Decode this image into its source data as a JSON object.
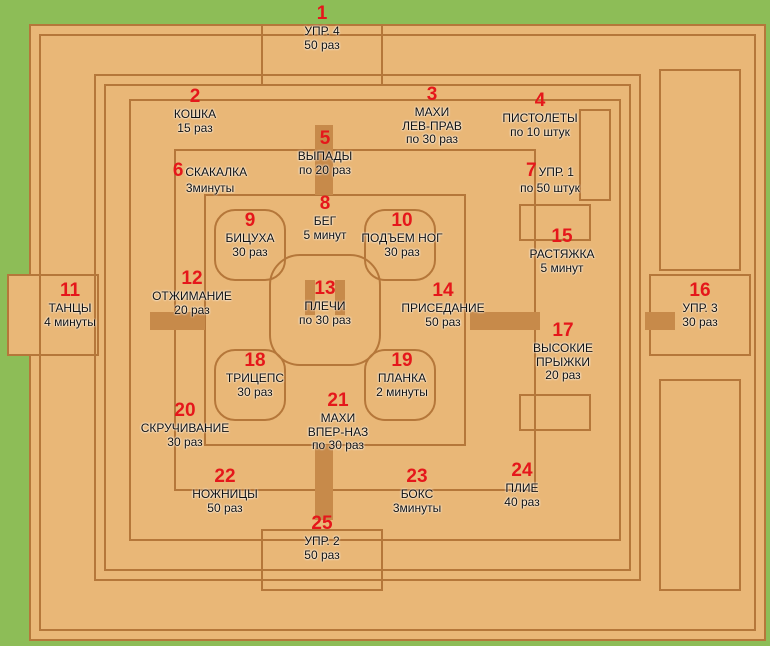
{
  "colors": {
    "grass": "#8dbd57",
    "sand": "#e9b777",
    "line": "#b5773a",
    "number": "#e5171b"
  },
  "stations": [
    {
      "n": "1",
      "lines": [
        "УПР. 4",
        "50 раз"
      ]
    },
    {
      "n": "2",
      "lines": [
        "КОШКА",
        "15 раз"
      ]
    },
    {
      "n": "3",
      "lines": [
        "МАХИ",
        "ЛЕВ-ПРАВ",
        "по 30 раз"
      ]
    },
    {
      "n": "4",
      "lines": [
        "ПИСТОЛЕТЫ",
        "по 10 штук"
      ]
    },
    {
      "n": "5",
      "lines": [
        "ВЫПАДЫ",
        "по 20 раз"
      ]
    },
    {
      "n": "6",
      "lines": [
        "СКАКАЛКА",
        "3минуты"
      ]
    },
    {
      "n": "7",
      "lines": [
        "УПР. 1",
        "по 50 штук"
      ]
    },
    {
      "n": "8",
      "lines": [
        "БЕГ",
        "5 минут"
      ]
    },
    {
      "n": "9",
      "lines": [
        "БИЦУХА",
        "30 раз"
      ]
    },
    {
      "n": "10",
      "lines": [
        "ПОДЪЕМ НОГ",
        "30 раз"
      ]
    },
    {
      "n": "11",
      "lines": [
        "ТАНЦЫ",
        "4 минуты"
      ]
    },
    {
      "n": "12",
      "lines": [
        "ОТЖИМАНИЕ",
        "20 раз"
      ]
    },
    {
      "n": "13",
      "lines": [
        "ПЛЕЧИ",
        "по 30 раз"
      ]
    },
    {
      "n": "14",
      "lines": [
        "ПРИСЕДАНИЕ",
        "50 раз"
      ]
    },
    {
      "n": "15",
      "lines": [
        "РАСТЯЖКА",
        "5 минут"
      ]
    },
    {
      "n": "16",
      "lines": [
        "УПР. 3",
        "30 раз"
      ]
    },
    {
      "n": "17",
      "lines": [
        "ВЫСОКИЕ",
        "ПРЫЖКИ",
        "20 раз"
      ]
    },
    {
      "n": "18",
      "lines": [
        "ТРИЦЕПС",
        "30 раз"
      ]
    },
    {
      "n": "19",
      "lines": [
        "ПЛАНКА",
        "2 минуты"
      ]
    },
    {
      "n": "20",
      "lines": [
        "СКРУЧИВАНИЕ",
        "30 раз"
      ]
    },
    {
      "n": "21",
      "lines": [
        "МАХИ",
        "ВПЕР-НАЗ",
        "по 30 раз"
      ]
    },
    {
      "n": "22",
      "lines": [
        "НОЖНИЦЫ",
        "50 раз"
      ]
    },
    {
      "n": "23",
      "lines": [
        "БОКС",
        "3минуты"
      ]
    },
    {
      "n": "24",
      "lines": [
        "ПЛИЕ",
        "40 раз"
      ]
    },
    {
      "n": "25",
      "lines": [
        "УПР. 2",
        "50 раз"
      ]
    }
  ]
}
